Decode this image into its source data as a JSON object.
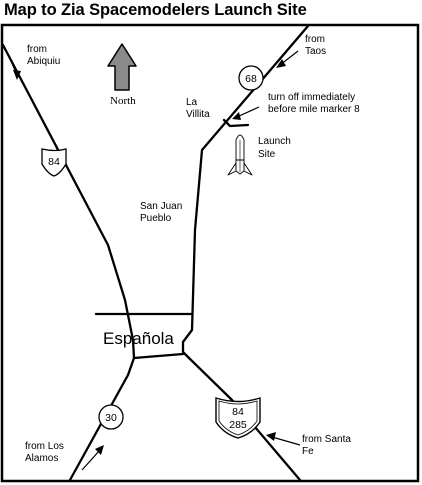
{
  "title": "Map to Zia Spacemodelers Launch Site",
  "north": {
    "label": "North",
    "icon": "north-arrow-icon"
  },
  "places": {
    "espanola": "Española",
    "san_juan": [
      "San Juan",
      "Pueblo"
    ],
    "la_villita": [
      "La",
      "Villita"
    ],
    "launch_site": [
      "Launch",
      "Site"
    ]
  },
  "directions": {
    "abiquiu": [
      "from",
      "Abiquiu"
    ],
    "taos": [
      "from",
      "Taos"
    ],
    "los_alamos": [
      "from Los",
      "Alamos"
    ],
    "santa_fe": [
      "from Santa",
      "Fe"
    ]
  },
  "note": [
    "turn off immediately",
    "before mile marker 8"
  ],
  "routes": {
    "r68": "68",
    "r84_north": "84",
    "r30": "30",
    "r84_south": "84",
    "r285": "285"
  },
  "icons": {
    "rocket": "rocket-icon",
    "route_marker": "route-shield-icon"
  }
}
